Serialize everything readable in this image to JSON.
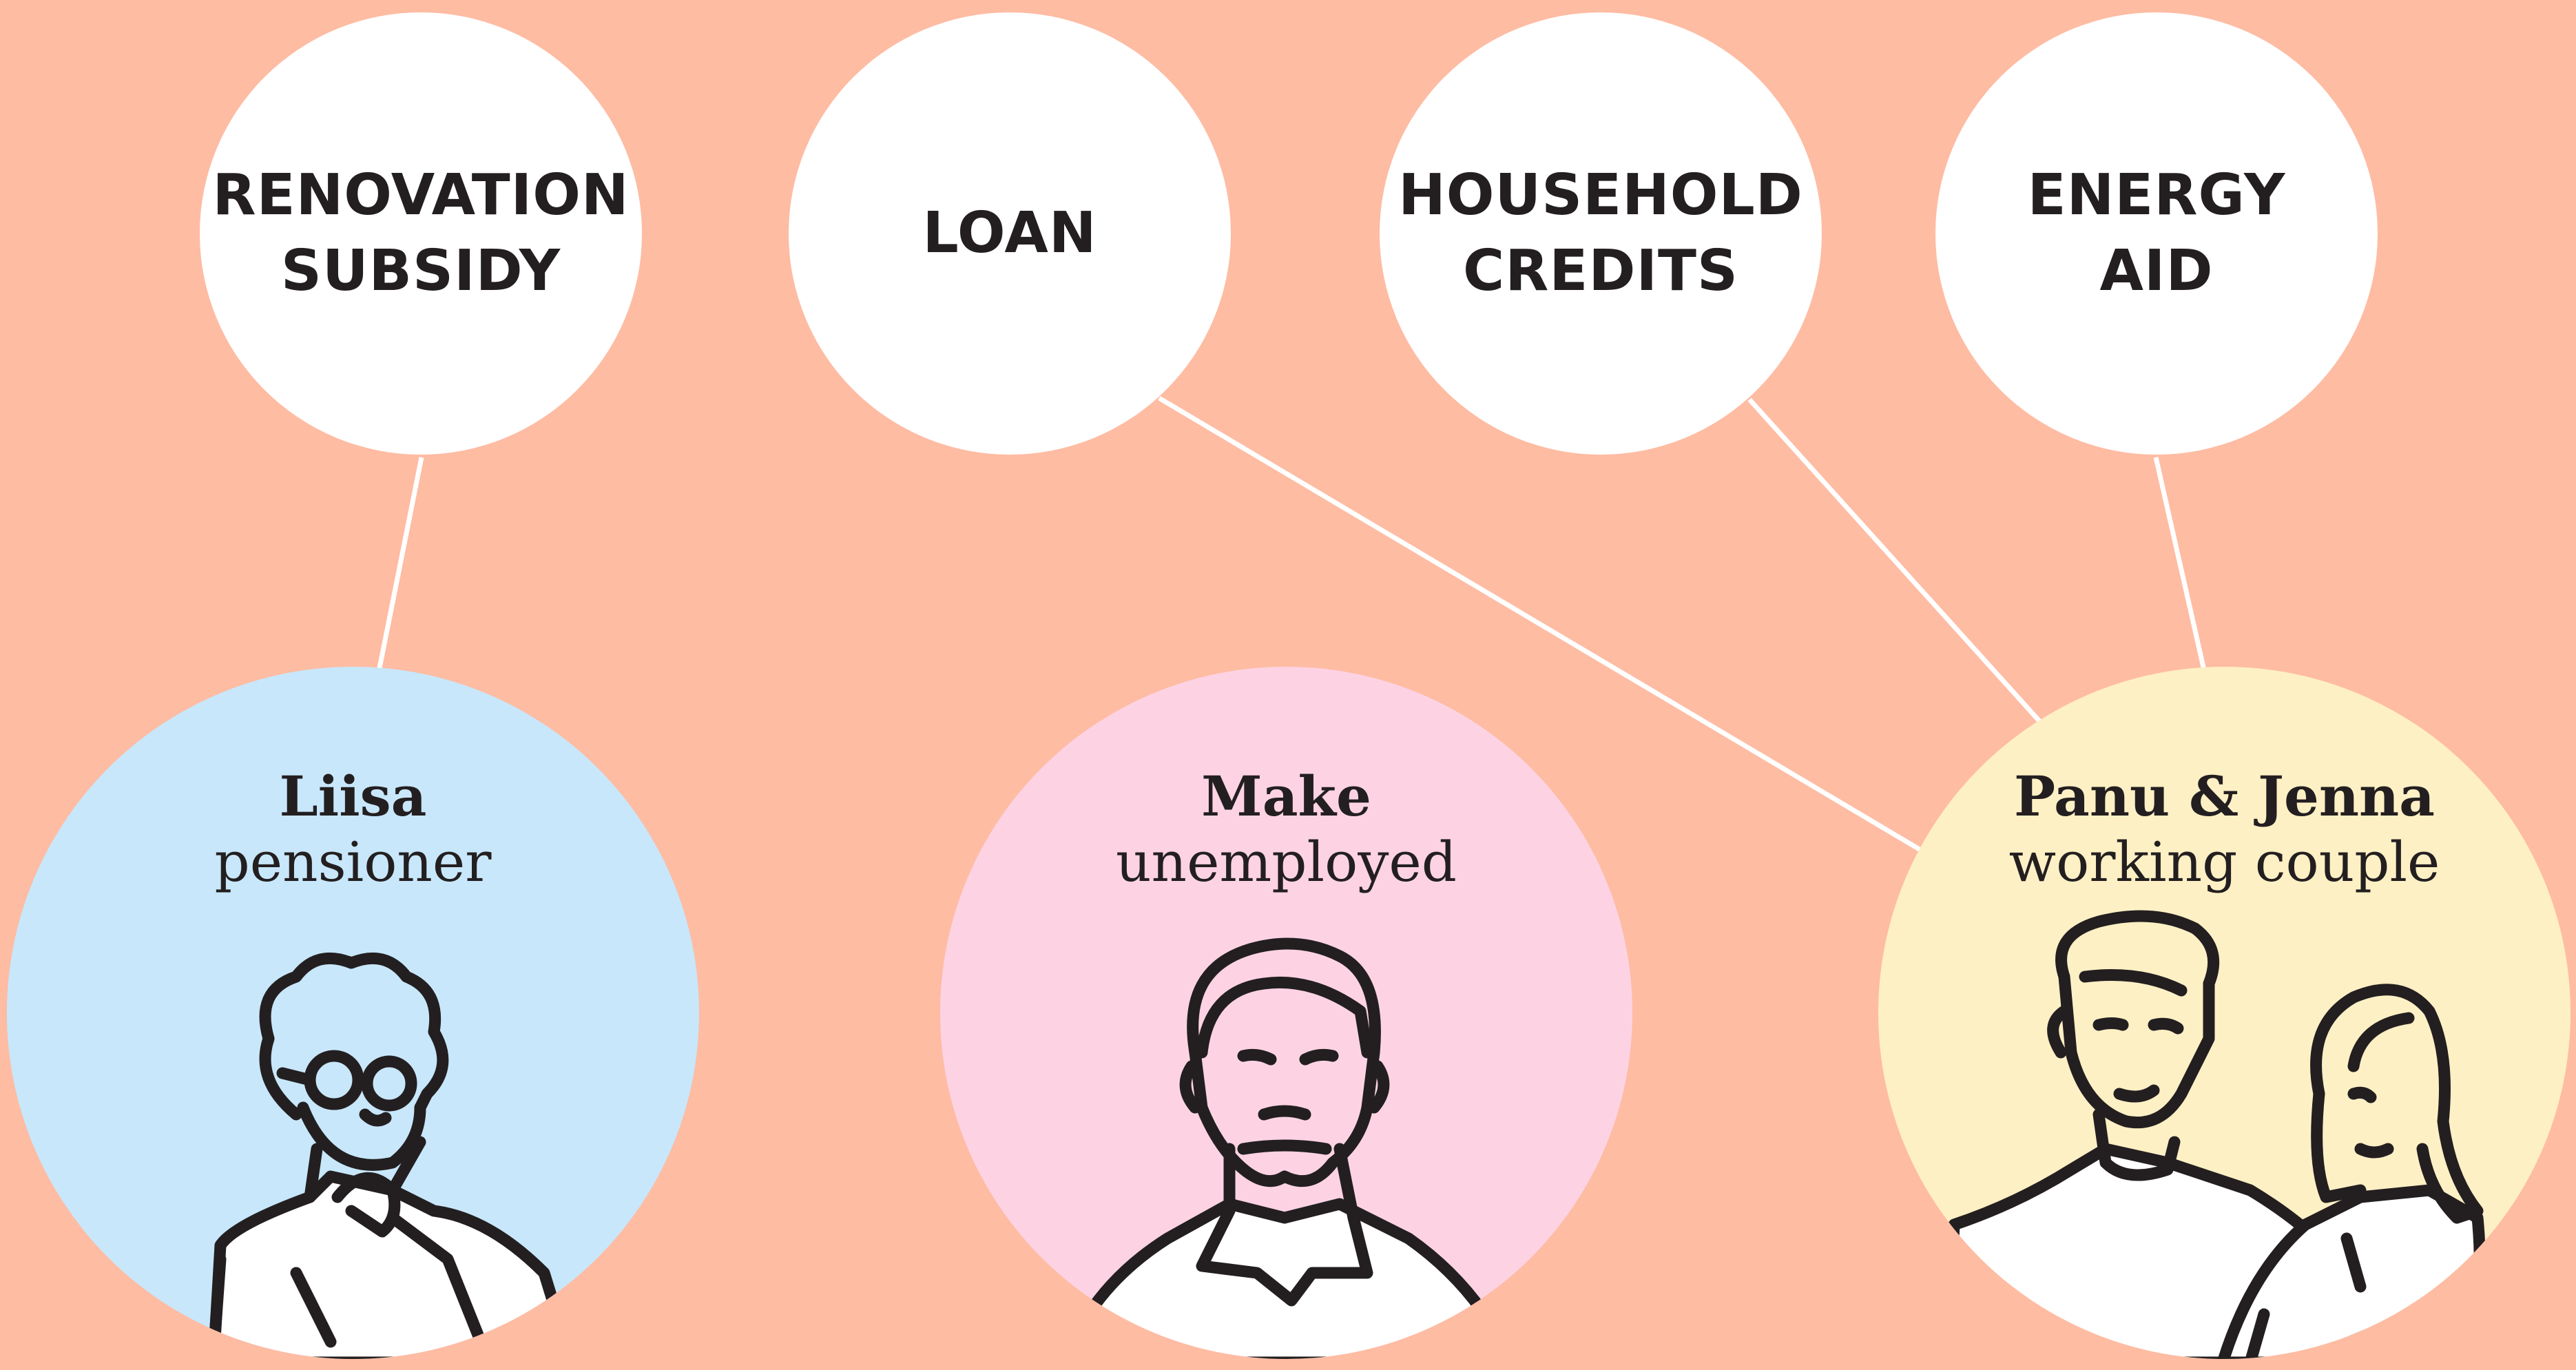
{
  "colors": {
    "background": "#FEBCA3",
    "bubble": "#FFFFFF",
    "connector": "#FFFFFF",
    "ink": "#231F20",
    "liisa": "#C8E7FB",
    "make": "#FDD3E4",
    "couple": "#FEF0C5"
  },
  "support_options": [
    {
      "label": "RENOVATION\nSUBSIDY"
    },
    {
      "label": "LOAN"
    },
    {
      "label": "HOUSEHOLD\nCREDITS"
    },
    {
      "label": "ENERGY\nAID"
    }
  ],
  "personas": [
    {
      "name": "Liisa",
      "role": "pensioner",
      "icon": "pensioner-illustration-icon"
    },
    {
      "name": "Make",
      "role": "unemployed",
      "icon": "unemployed-man-illustration-icon"
    },
    {
      "name": "Panu & Jenna",
      "role": "working couple",
      "icon": "working-couple-illustration-icon"
    }
  ],
  "connections": [
    {
      "from": "RENOVATION SUBSIDY",
      "to": "Liisa"
    },
    {
      "from": "LOAN",
      "to": "Panu & Jenna"
    },
    {
      "from": "HOUSEHOLD CREDITS",
      "to": "Panu & Jenna"
    },
    {
      "from": "ENERGY AID",
      "to": "Panu & Jenna"
    }
  ]
}
